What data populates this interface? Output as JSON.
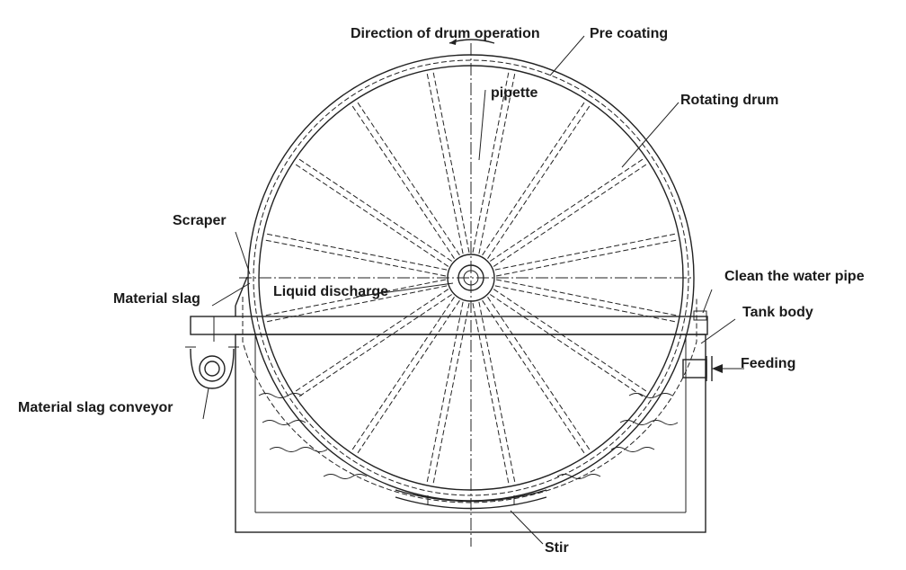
{
  "labels": {
    "direction": "Direction of drum operation",
    "pre_coating": "Pre coating",
    "pipette": "pipette",
    "rotating_drum": "Rotating drum",
    "scraper": "Scraper",
    "material_slag": "Material slag",
    "liquid_discharge": "Liquid discharge",
    "clean_water_pipe": "Clean the water pipe",
    "tank_body": "Tank body",
    "feeding": "Feeding",
    "slag_conveyor": "Material slag conveyor",
    "stir": "Stir"
  },
  "colors": {
    "line": "#222222",
    "text": "#1a1a1a",
    "background": "#ffffff"
  }
}
